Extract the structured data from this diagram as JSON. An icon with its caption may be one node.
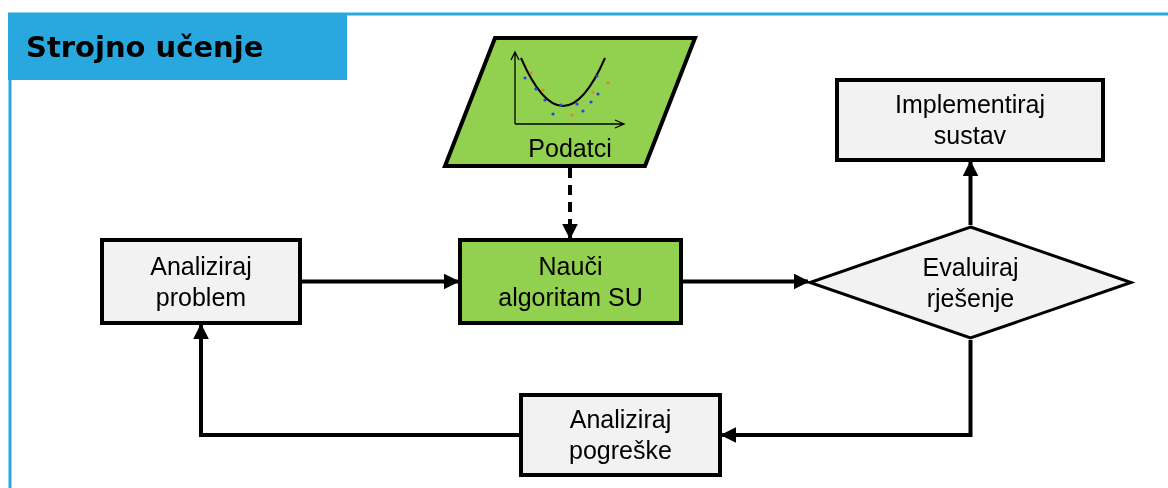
{
  "diagram": {
    "title": "Strojno učenje",
    "nodes": [
      {
        "text": [
          "Podatci"
        ]
      },
      {
        "text": [
          "Analiziraj problem"
        ]
      },
      {
        "text": [
          "Nauči algoritam SU"
        ]
      },
      {
        "text": [
          "Evaluiraj rješenje"
        ]
      },
      {
        "text": [
          "Implementiraj sustav"
        ]
      },
      {
        "text": [
          "Analiziraj pogreške"
        ]
      }
    ],
    "edges": [
      {
        "from": 0,
        "to": 2,
        "arrow": "to",
        "style": "dashed"
      },
      {
        "from": 1,
        "to": 2,
        "arrow": "to"
      },
      {
        "from": 2,
        "to": 3,
        "arrow": "to"
      },
      {
        "from": 3,
        "to": 4,
        "arrow": "to"
      },
      {
        "from": 3,
        "to": 5,
        "arrow": "to"
      },
      {
        "from": 5,
        "to": 1,
        "arrow": "to"
      }
    ]
  }
}
